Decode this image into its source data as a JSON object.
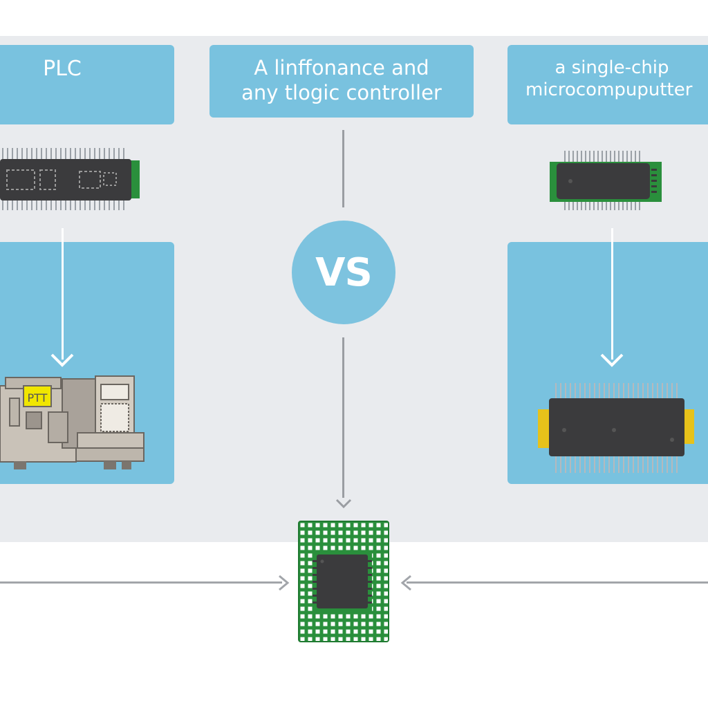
{
  "columns": {
    "left": {
      "label": "PLC"
    },
    "center": {
      "label_line1": "A linffonance and",
      "label_line2": "any tlogic controller"
    },
    "right": {
      "label_line1": "a single-chip",
      "label_line2": "microcompuputter"
    }
  },
  "vs_badge": {
    "text": "VS"
  },
  "machine_screen_text": "PTT",
  "colors": {
    "box_blue": "#79c2df",
    "band_gray": "#e9ebee",
    "pcb_green": "#2a8f3c",
    "chip_black": "#3b3b3d",
    "arrow_gray": "#9a9da2"
  }
}
